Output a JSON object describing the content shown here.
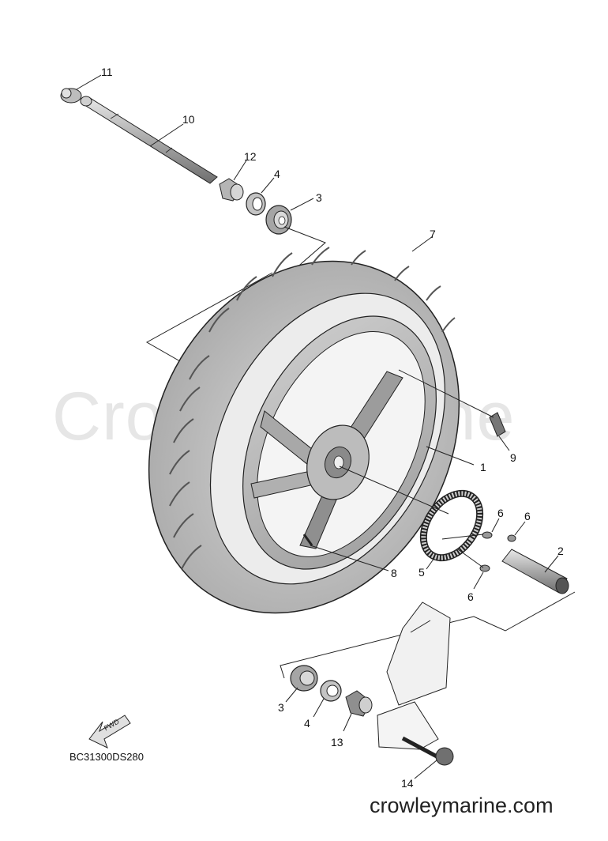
{
  "diagram": {
    "watermark": "CrowleyMarine",
    "code": "BC31300DS280",
    "footer": "crowleymarine.com",
    "fwd_arrow_label": "FWD",
    "callouts": {
      "c11": "11",
      "c10": "10",
      "c12": "12",
      "c4_top": "4",
      "c3_top": "3",
      "c7": "7",
      "c9": "9",
      "c1": "1",
      "c6_a": "6",
      "c6_b": "6",
      "c2": "2",
      "c8": "8",
      "c5": "5",
      "c6_c": "6",
      "c3_bottom": "3",
      "c4_bottom": "4",
      "c13": "13",
      "c14": "14"
    }
  }
}
